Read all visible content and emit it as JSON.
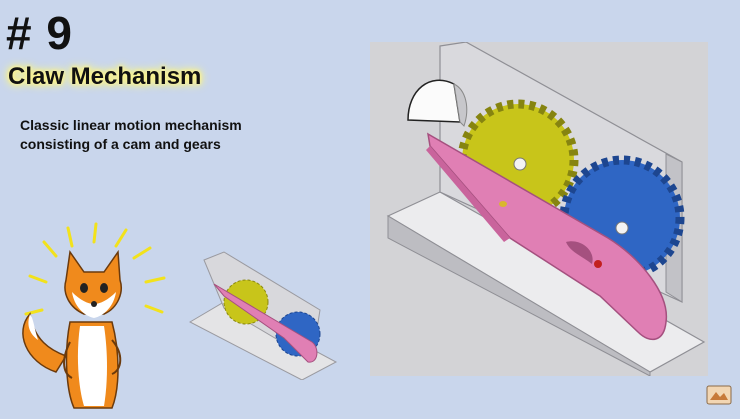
{
  "slide": {
    "episode_number": "# 9",
    "title": "Claw Mechanism",
    "description_line1": "Classic linear motion mechanism",
    "description_line2": "consisting of a cam and gears"
  },
  "colors": {
    "background": "#c9d6ec",
    "gear_yellow": "#c8c51a",
    "gear_blue": "#2f66c4",
    "claw_pink": "#e07fb4",
    "frame_gray": "#dcdcdc",
    "title_glow": "#fff36a"
  },
  "illustrations": {
    "mascot": "fox-mascot-icon",
    "thumbnail": "claw-mechanism-thumbnail",
    "main_view": "claw-mechanism-3d-view",
    "logo": "channel-logo-icon"
  }
}
